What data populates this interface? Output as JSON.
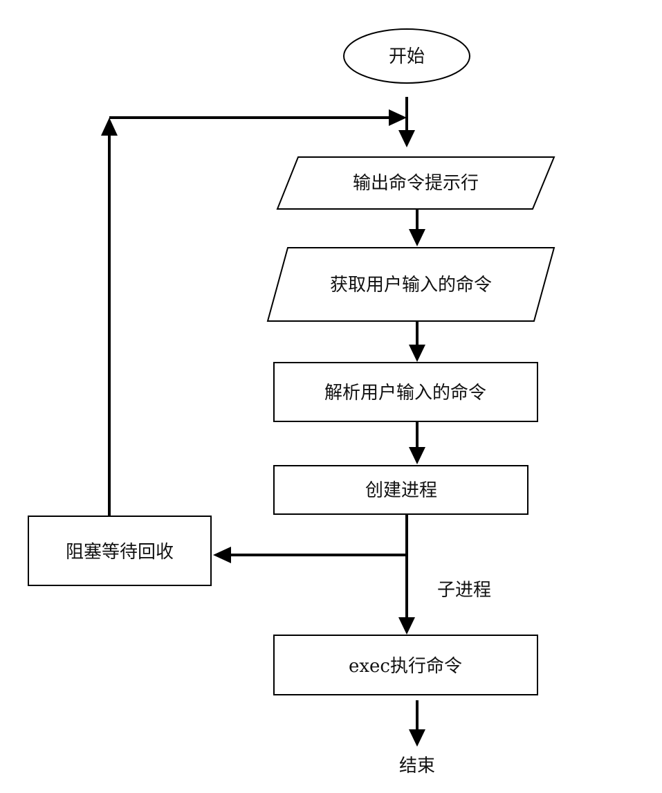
{
  "flowchart": {
    "start": "开始",
    "output_prompt": "输出命令提示行",
    "get_input": "获取用户输入的命令",
    "parse_input": "解析用户输入的命令",
    "create_process": "创建进程",
    "child_process_label": "子进程",
    "exec_command": "exec执行命令",
    "end": "结束",
    "wait_reap": "阻塞等待回收"
  },
  "colors": {
    "stroke": "#000000",
    "text": "#111111",
    "background": "#ffffff"
  }
}
